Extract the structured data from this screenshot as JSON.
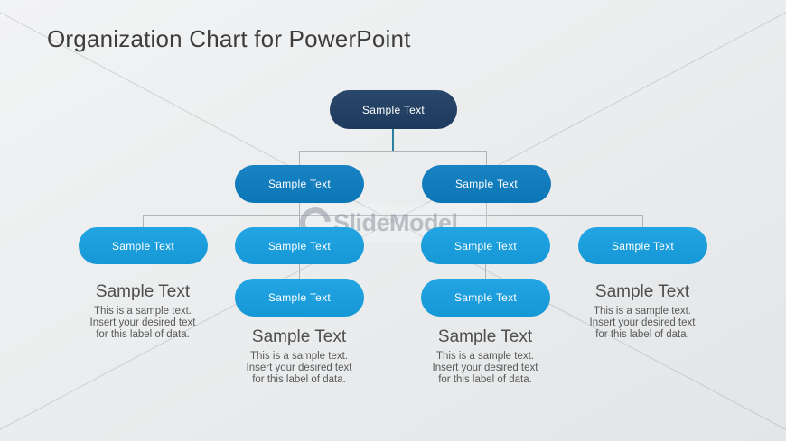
{
  "slide": {
    "title": "Organization Chart for PowerPoint"
  },
  "org": {
    "type": "org-chart",
    "nodes": [
      {
        "id": "root",
        "level": 1,
        "label": "Sample Text"
      },
      {
        "id": "l2-left",
        "level": 2,
        "label": "Sample Text",
        "parent": "root"
      },
      {
        "id": "l2-right",
        "level": 2,
        "label": "Sample Text",
        "parent": "root"
      },
      {
        "id": "l3-1",
        "level": 3,
        "label": "Sample Text",
        "parent": "l2-left"
      },
      {
        "id": "l3-2",
        "level": 3,
        "label": "Sample Text",
        "parent": "l2-left"
      },
      {
        "id": "l3-3",
        "level": 3,
        "label": "Sample Text",
        "parent": "l2-right"
      },
      {
        "id": "l3-4",
        "level": 3,
        "label": "Sample Text",
        "parent": "l2-right"
      },
      {
        "id": "l4-left",
        "level": 4,
        "label": "Sample Text",
        "parent": "l3-2"
      },
      {
        "id": "l4-right",
        "level": 4,
        "label": "Sample Text",
        "parent": "l3-3"
      }
    ],
    "caption": {
      "heading": "Sample Text",
      "lines": [
        "This is a sample text.",
        "Insert your desired text",
        "for this label of data."
      ]
    }
  },
  "watermark": {
    "brand": "SlideModel",
    "suffix": "…"
  },
  "colors": {
    "background": "#EBEDEE",
    "node_level1": "#1F3E63",
    "node_level2": "#0C7CC0",
    "node_level3_4": "#17A0E2",
    "node_text": "#FFFFFF",
    "connector": "#ACB3B9",
    "root_connector": "#2E7F9F",
    "title_text": "#3D3D3D",
    "caption_text": "#595959"
  }
}
